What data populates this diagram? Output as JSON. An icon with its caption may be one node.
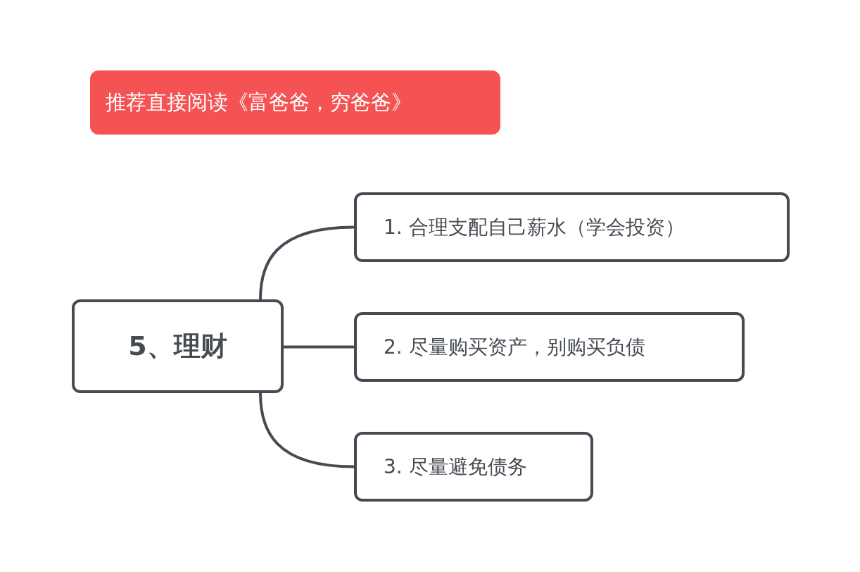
{
  "diagram": {
    "nodes": [
      {
        "text": [
          "推荐直接阅读《富爸爸，穷爸爸》"
        ]
      },
      {
        "text": [
          "5、理财"
        ]
      },
      {
        "text": [
          "1. 合理支配自己薪水（学会投资）"
        ]
      },
      {
        "text": [
          "2. 尽量购买资产，别购买负债"
        ]
      },
      {
        "text": [
          "3. 尽量避免债务"
        ]
      }
    ],
    "edges": [
      {
        "from": 1,
        "to": 2,
        "arrow": "none"
      },
      {
        "from": 1,
        "to": 3,
        "arrow": "none"
      },
      {
        "from": 1,
        "to": 4,
        "arrow": "none"
      }
    ]
  }
}
